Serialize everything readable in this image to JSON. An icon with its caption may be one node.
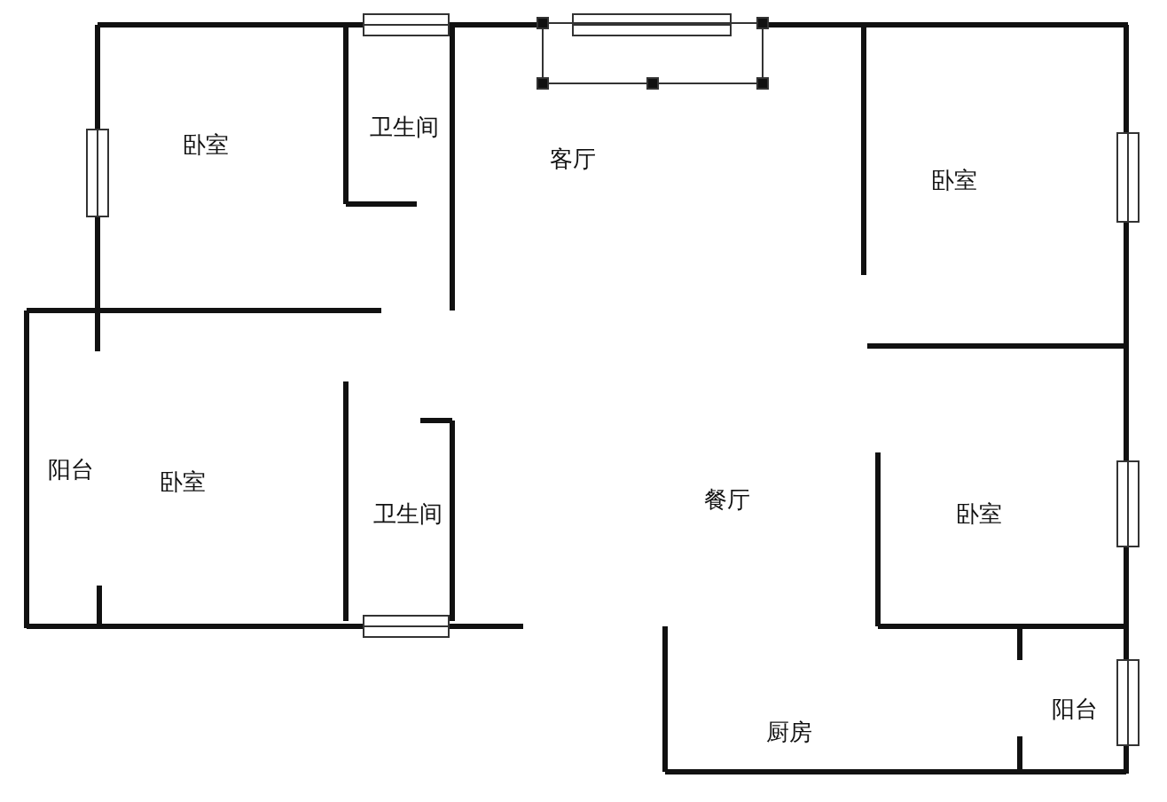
{
  "diagram": {
    "labels": [
      "卧室",
      "卫生间",
      "客厅",
      "卧室",
      "阳台",
      "卧室",
      "卫生间",
      "餐厅",
      "卧室",
      "阳台",
      "厨房"
    ]
  }
}
